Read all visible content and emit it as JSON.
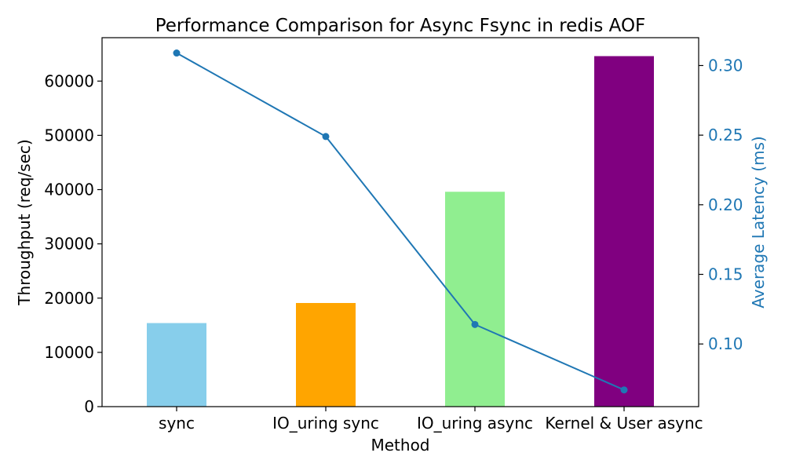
{
  "chart_data": {
    "type": "bar",
    "title": "Performance Comparison for Async Fsync in redis AOF",
    "xlabel": "Method",
    "ylabel": "Throughput (req/sec)",
    "y2label": "Average Latency (ms)",
    "categories": [
      "sync",
      "IO_uring sync",
      "IO_uring async",
      "Kernel & User async"
    ],
    "ylim": [
      0,
      68000
    ],
    "y2lim": [
      0.055,
      0.32
    ],
    "yticks": [
      0,
      10000,
      20000,
      30000,
      40000,
      50000,
      60000
    ],
    "y2ticks": [
      0.1,
      0.15,
      0.2,
      0.25,
      0.3
    ],
    "series": [
      {
        "axis": "left",
        "kind": "bar",
        "values": [
          15400,
          19100,
          39600,
          64600
        ],
        "colors": [
          "#87ceeb",
          "#ffa500",
          "#90ee90",
          "#800080"
        ]
      },
      {
        "axis": "right",
        "kind": "line",
        "values": [
          0.309,
          0.249,
          0.114,
          0.067
        ],
        "color": "#1f77b4"
      }
    ],
    "grid": false,
    "legend": "none"
  }
}
